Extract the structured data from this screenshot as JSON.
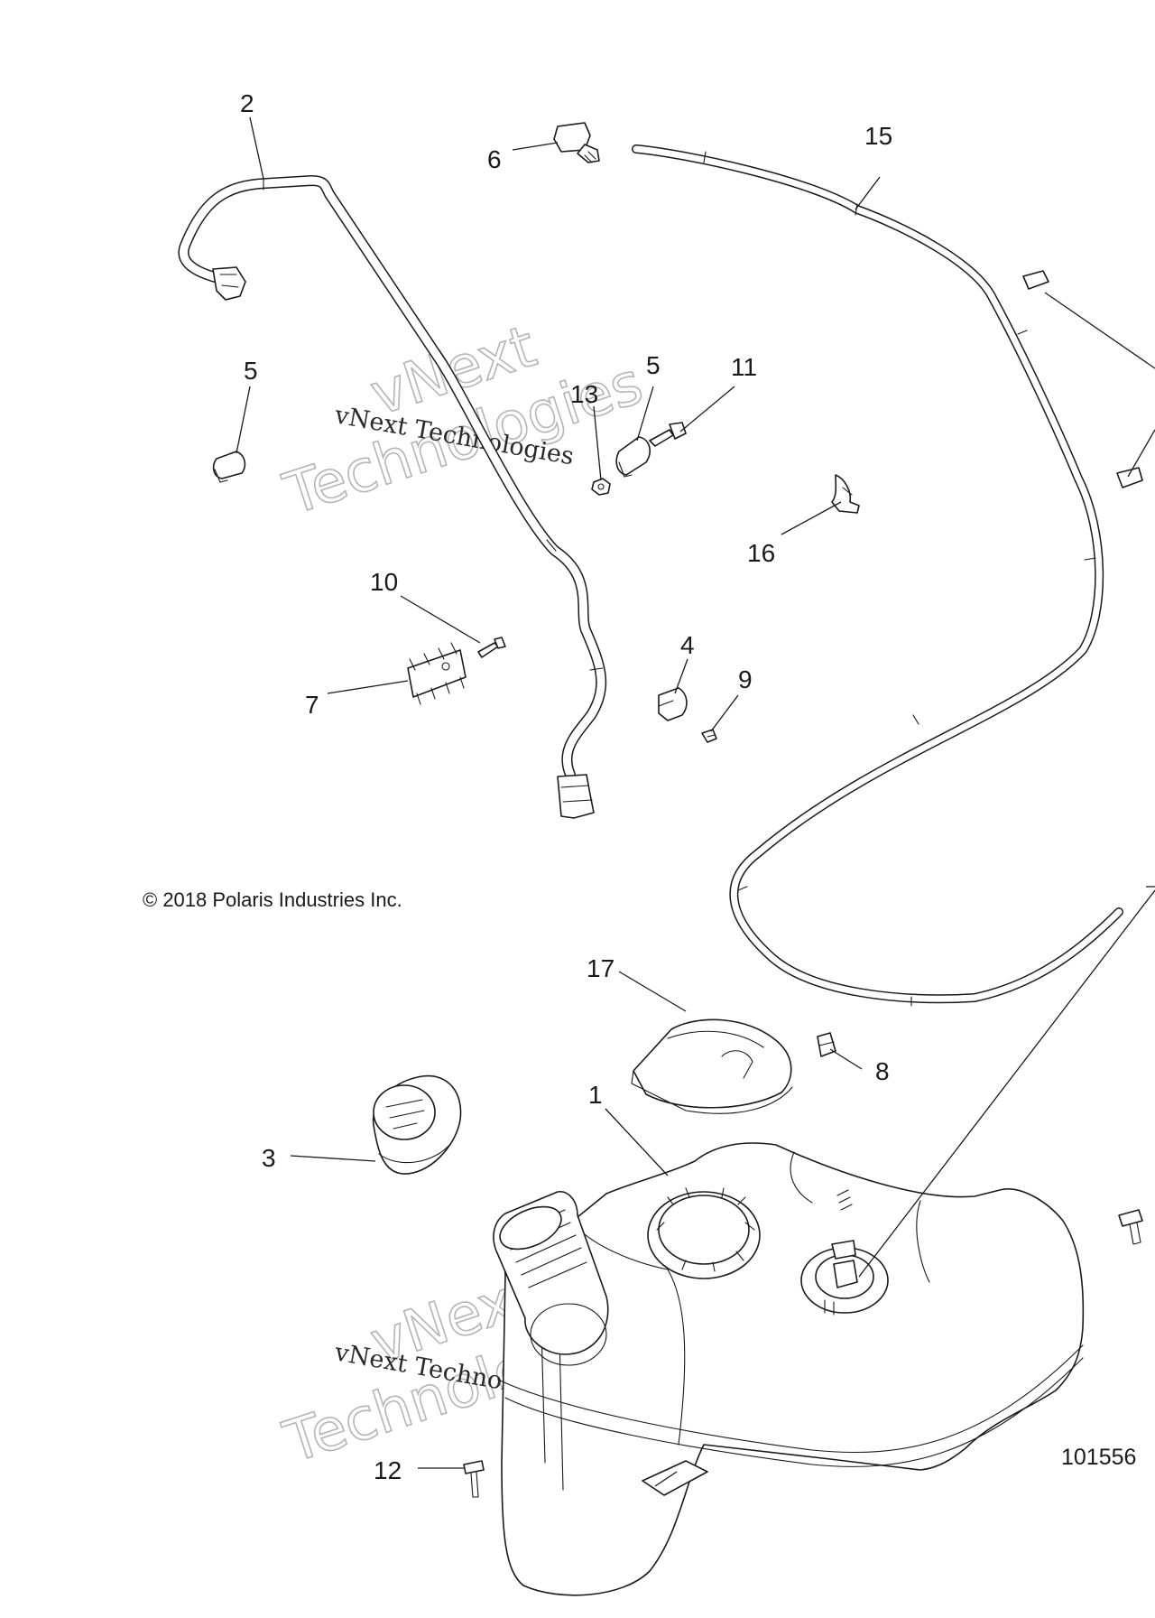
{
  "labels": {
    "l1": "1",
    "l2": "2",
    "l3": "3",
    "l4": "4",
    "l5a": "5",
    "l5b": "5",
    "l6": "6",
    "l7": "7",
    "l8": "8",
    "l9": "9",
    "l10": "10",
    "l11": "11",
    "l12": "12",
    "l13": "13",
    "l15": "15",
    "l16": "16",
    "l17": "17"
  },
  "copyright": "© 2018 Polaris Industries Inc.",
  "figure_number": "101556",
  "watermark": {
    "small": "vNext Technologies",
    "big_top": "vNext",
    "big_bottom": "Technologies"
  }
}
